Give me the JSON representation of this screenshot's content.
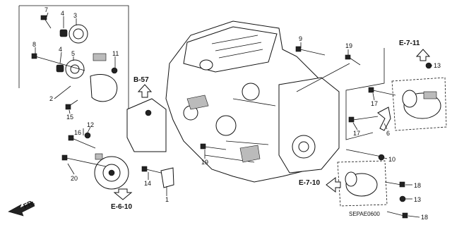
{
  "callouts": [
    "7",
    "4",
    "3",
    "8",
    "4",
    "5",
    "11",
    "2",
    "15",
    "16",
    "12",
    "20",
    "14",
    "1",
    "9",
    "19",
    "19",
    "10",
    "18",
    "13",
    "18",
    "13",
    "17",
    "17",
    "6"
  ],
  "refs": {
    "b57": "B-57",
    "e610": "E-6-10",
    "e710": "E-7-10",
    "e711": "E-7-11"
  },
  "code": "SEPAE0600",
  "fr": "FR."
}
